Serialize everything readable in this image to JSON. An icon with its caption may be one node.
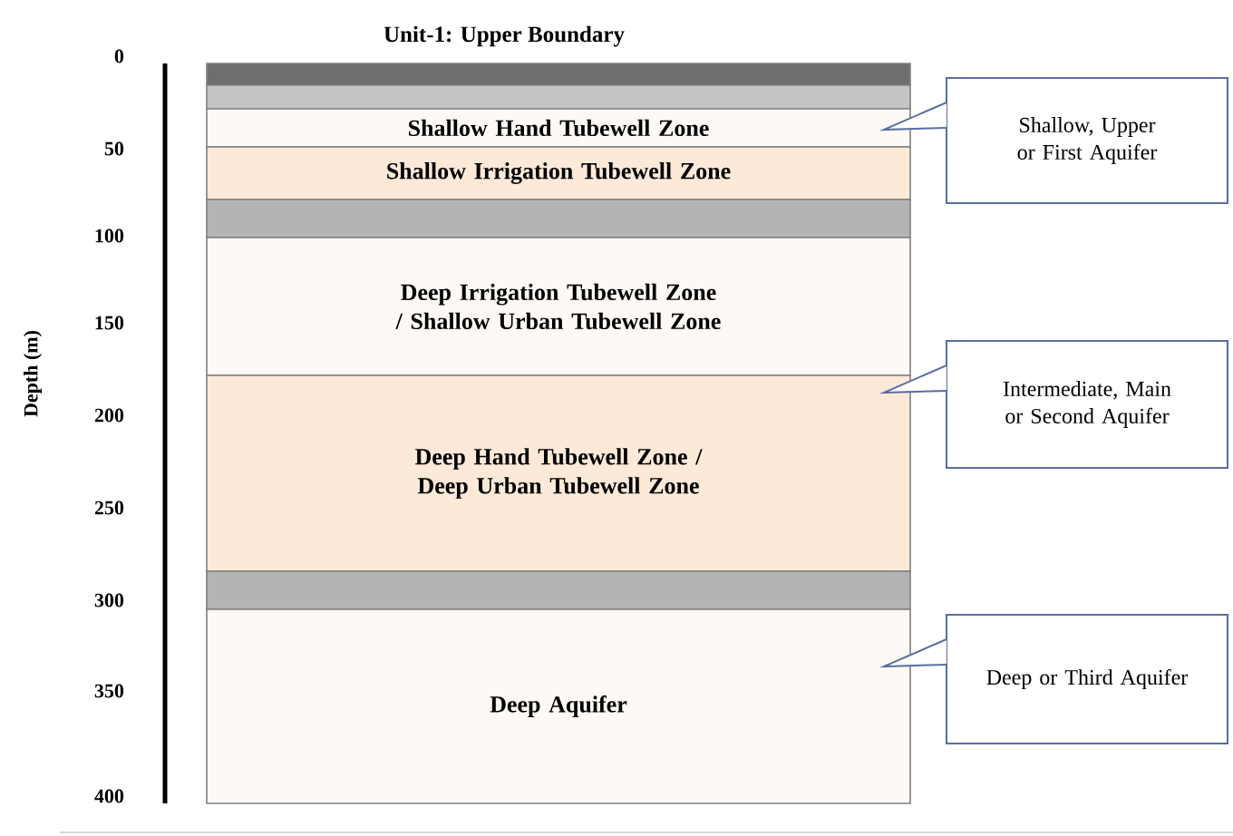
{
  "diagram": {
    "title": "Unit-1: Upper Boundary",
    "nodes": [
      {
        "text": [],
        "shape": "bar"
      },
      {
        "text": [],
        "shape": "bar"
      },
      {
        "text": [
          "Shallow Hand Tubewell Zone"
        ]
      },
      {
        "text": [
          "Shallow Irrigation Tubewell Zone"
        ]
      },
      {
        "text": [],
        "shape": "bar"
      },
      {
        "text": [
          "Deep Irrigation Tubewell Zone / Shallow Urban Tubewell Zone"
        ]
      },
      {
        "text": [
          "Deep Hand Tubewell Zone / Deep Urban Tubewell Zone"
        ]
      },
      {
        "text": [],
        "shape": "bar"
      },
      {
        "text": [
          "Deep Aquifer"
        ]
      },
      {
        "text": [
          "Shallow, Upper or First Aquifer"
        ]
      },
      {
        "text": [
          "Intermediate, Main or Second Aquifer"
        ]
      },
      {
        "text": [
          "Deep or Third Aquifer"
        ]
      }
    ],
    "edges": [
      {
        "from": 9,
        "to": 2,
        "arrow": "none"
      },
      {
        "from": 10,
        "to": 6,
        "arrow": "none"
      },
      {
        "from": 11,
        "to": 8,
        "arrow": "none"
      }
    ],
    "labels": [
      "Depth (m)",
      "0",
      "50",
      "100",
      "150",
      "200",
      "250",
      "300",
      "350",
      "400"
    ]
  }
}
